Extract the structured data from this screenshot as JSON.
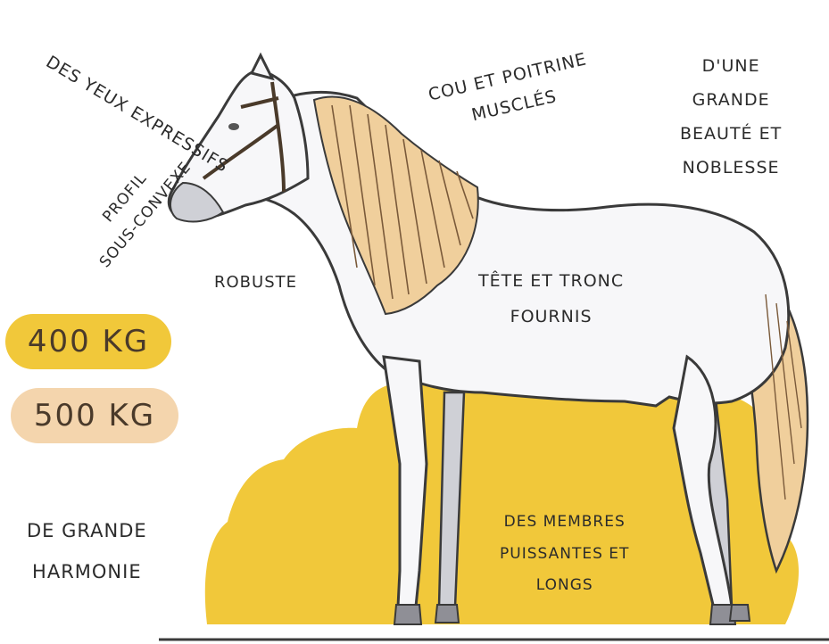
{
  "colors": {
    "yellow": "#f1c83a",
    "peach": "#f4d5ad",
    "mane": "#f0cf9c",
    "coat": "#f7f7f9",
    "shadow": "#cfd0d6",
    "outline": "#3a3a3a",
    "hoof": "#8f8f96"
  },
  "labels": {
    "eyes": "DES YEUX EXPRESSIFS",
    "profile": [
      "PROFIL",
      "SOUS-CONVEXE"
    ],
    "neck": [
      "COU ET POITRINE",
      "MUSCLÉS"
    ],
    "beauty": [
      "D'UNE",
      "GRANDE",
      "BEAUTÉ ET",
      "NOBLESSE"
    ],
    "robust": "ROBUSTE",
    "trunk": [
      "TÊTE ET TRONC",
      "FOURNIS"
    ],
    "harmony": [
      "DE GRANDE",
      "HARMONIE"
    ],
    "limbs": [
      "DES MEMBRES",
      "PUISSANTES ET",
      "LONGS"
    ]
  },
  "weights": {
    "light": "400 KG",
    "heavy": "500 KG"
  }
}
